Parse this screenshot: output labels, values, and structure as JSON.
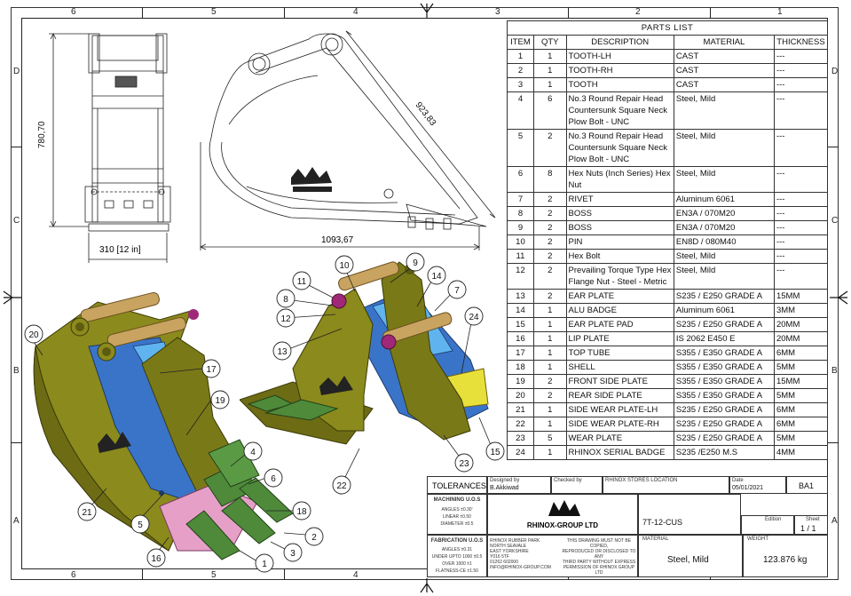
{
  "zones": {
    "columns": [
      "6",
      "5",
      "4",
      "3",
      "2",
      "1"
    ],
    "rows": [
      "D",
      "C",
      "B",
      "A"
    ]
  },
  "dimensions": {
    "height": "780,70",
    "width_front": "310 [12 in]",
    "diagonal": "923,83",
    "length_side": "1093,67"
  },
  "parts_list": {
    "title": "PARTS LIST",
    "headers": [
      "ITEM",
      "QTY",
      "DESCRIPTION",
      "MATERIAL",
      "THICKNESS"
    ],
    "rows": [
      {
        "item": "1",
        "qty": "1",
        "desc": "TOOTH-LH",
        "mat": "CAST",
        "thk": "---"
      },
      {
        "item": "2",
        "qty": "1",
        "desc": "TOOTH-RH",
        "mat": "CAST",
        "thk": "---"
      },
      {
        "item": "3",
        "qty": "1",
        "desc": "TOOTH",
        "mat": "CAST",
        "thk": "---"
      },
      {
        "item": "4",
        "qty": "6",
        "desc": "No.3 Round Repair Head Countersunk Square Neck Plow Bolt - UNC",
        "mat": "Steel, Mild",
        "thk": "---"
      },
      {
        "item": "5",
        "qty": "2",
        "desc": "No.3 Round Repair Head Countersunk Square Neck Plow Bolt - UNC",
        "mat": "Steel, Mild",
        "thk": "---"
      },
      {
        "item": "6",
        "qty": "8",
        "desc": "Hex Nuts (Inch Series) Hex Nut",
        "mat": "Steel, Mild",
        "thk": "---"
      },
      {
        "item": "7",
        "qty": "2",
        "desc": "RIVET",
        "mat": "Aluminum 6061",
        "thk": "---"
      },
      {
        "item": "8",
        "qty": "2",
        "desc": "BOSS",
        "mat": "EN3A / 070M20",
        "thk": "---"
      },
      {
        "item": "9",
        "qty": "2",
        "desc": "BOSS",
        "mat": "EN3A / 070M20",
        "thk": "---"
      },
      {
        "item": "10",
        "qty": "2",
        "desc": "PIN",
        "mat": "EN8D / 080M40",
        "thk": "---"
      },
      {
        "item": "11",
        "qty": "2",
        "desc": "Hex Bolt",
        "mat": "Steel, Mild",
        "thk": "---"
      },
      {
        "item": "12",
        "qty": "2",
        "desc": "Prevailing Torque Type Hex Flange Nut - Steel - Metric",
        "mat": "Steel, Mild",
        "thk": "---"
      },
      {
        "item": "13",
        "qty": "2",
        "desc": "EAR PLATE",
        "mat": "S235 / E250 GRADE A",
        "thk": "15MM"
      },
      {
        "item": "14",
        "qty": "1",
        "desc": "ALU BADGE",
        "mat": "Aluminum 6061",
        "thk": "3MM"
      },
      {
        "item": "15",
        "qty": "1",
        "desc": "EAR PLATE PAD",
        "mat": "S235 / E250 GRADE A",
        "thk": "20MM"
      },
      {
        "item": "16",
        "qty": "1",
        "desc": "LIP PLATE",
        "mat": "IS 2062 E450 E",
        "thk": "20MM"
      },
      {
        "item": "17",
        "qty": "1",
        "desc": "TOP TUBE",
        "mat": "S355 / E350 GRADE A",
        "thk": "6MM"
      },
      {
        "item": "18",
        "qty": "1",
        "desc": "SHELL",
        "mat": "S355 / E350 GRADE A",
        "thk": "5MM"
      },
      {
        "item": "19",
        "qty": "2",
        "desc": "FRONT SIDE PLATE",
        "mat": "S355 / E350 GRADE A",
        "thk": "15MM"
      },
      {
        "item": "20",
        "qty": "2",
        "desc": "REAR SIDE PLATE",
        "mat": "S355 / E350 GRADE A",
        "thk": "5MM"
      },
      {
        "item": "21",
        "qty": "1",
        "desc": "SIDE WEAR PLATE-LH",
        "mat": "S235 / E250 GRADE A",
        "thk": "6MM"
      },
      {
        "item": "22",
        "qty": "1",
        "desc": "SIDE WEAR PLATE-RH",
        "mat": "S235 / E250 GRADE A",
        "thk": "6MM"
      },
      {
        "item": "23",
        "qty": "5",
        "desc": "WEAR PLATE",
        "mat": "S235 / E250 GRADE A",
        "thk": "5MM"
      },
      {
        "item": "24",
        "qty": "1",
        "desc": "RHINOX SERIAL BADGE",
        "mat": "S235 /E250 M.S",
        "thk": "4MM"
      }
    ]
  },
  "balloons_left": [
    "20",
    "17",
    "19",
    "4",
    "6",
    "18",
    "2",
    "3",
    "1",
    "16",
    "5",
    "21"
  ],
  "balloons_right": [
    "10",
    "9",
    "11",
    "8",
    "14",
    "7",
    "12",
    "13",
    "24",
    "15",
    "23",
    "22"
  ],
  "title_block": {
    "tolerances_label": "TOLERANCES",
    "machining_title": "MACHINING U.O.S",
    "machining_lines": [
      "ANGLES ±0.30'",
      "LINEAR ±0.50",
      "DIAMETER ±0.5"
    ],
    "fabrication_title": "FABRICATION U.O.S",
    "fabrication_lines": [
      "ANGLES ±0.31",
      "UNDER UPTO 1000 ±0.5",
      "OVER 1000 ±1",
      "FLATNESS-CE ±1.50"
    ],
    "designed_by_label": "Designed by",
    "designed_by": "B.Akkiwad",
    "checked_by_label": "Checked by",
    "location": "RHINOX STORES LOCATION",
    "date_label": "Date",
    "date": "05/01/2021",
    "size": "BA1",
    "company": "RHINOX-GROUP LTD",
    "address_lines": [
      "RHINOX RUBBER PARK",
      "NORTH SEAVALE",
      "EAST YORKSHIRE",
      "Y016 5TF",
      "01262 602000",
      "INFO@RHINOX-GROUP.COM"
    ],
    "notice_lines": [
      "THIS DRAWING MUST NOT BE COPIED,",
      "REPRODUCED OR DISCLOSED TO ANY",
      "THIRD PARTY WITHOUT EXPRESS",
      "PERMISSION OF RHINOX GROUP LTD"
    ],
    "part_number": "7T-12-CUS",
    "edition_label": "Edition",
    "sheet_label": "Sheet",
    "sheet": "1 / 1",
    "material_label": "MATERIAL",
    "material": "Steel, Mild",
    "weight_label": "WEIGHT",
    "weight": "123.876 kg"
  },
  "colors": {
    "olive": "#8b8a1c",
    "olive_dark": "#5c5b10",
    "blue": "#3a74c9",
    "light_blue": "#5fb4f0",
    "pin": "#c8a460",
    "green": "#4e8a3a",
    "pink": "#e6a0c8",
    "yellow": "#e8e03a",
    "magenta": "#a02878"
  }
}
